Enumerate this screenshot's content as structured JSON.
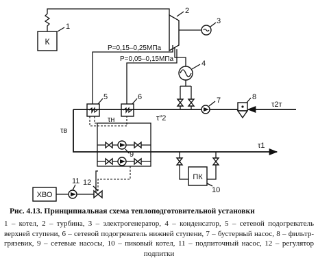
{
  "diagram": {
    "component_numbers": [
      "1",
      "2",
      "3",
      "4",
      "5",
      "6",
      "7",
      "8",
      "9",
      "10",
      "11",
      "12"
    ],
    "box_labels": {
      "boiler": "К",
      "peak_boiler": "ПК",
      "water_treatment": "ХВО"
    },
    "pressure_labels": {
      "upper": "Р=0,15–0,25МПа",
      "lower": "Р=0,05–0,15МПа"
    },
    "temperature_labels": {
      "tau_n": "τн",
      "tau_2_dd": "τ″2",
      "tau_2m": "τ2т",
      "tau_v": "τв",
      "tau_1": "τ1"
    }
  },
  "caption": {
    "title": "Рис. 4.13. Принципиальная схема теплоподготовительной установки",
    "legend": "1 – котел, 2 – турбина, 3 – электрогенератор, 4 – конденсатор, 5 – сетевой подогреватель верхней ступени, 6 – сетевой подогреватель нижней ступени, 7 – бустерный насос, 8 – фильтр-грязевик, 9 – сетевые насосы, 10 – пиковый котел, 11 – подпиточный насос, 12 – регулятор подпитки"
  }
}
